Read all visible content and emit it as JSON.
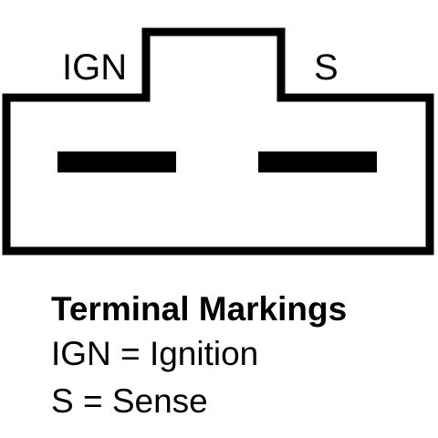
{
  "diagram": {
    "terminal_labels": {
      "ign": "IGN",
      "s": "S"
    }
  },
  "legend": {
    "title": "Terminal Markings",
    "lines": [
      "IGN = Ignition",
      "S = Sense"
    ]
  },
  "colors": {
    "ink": "#000000",
    "background": "#ffffff"
  }
}
